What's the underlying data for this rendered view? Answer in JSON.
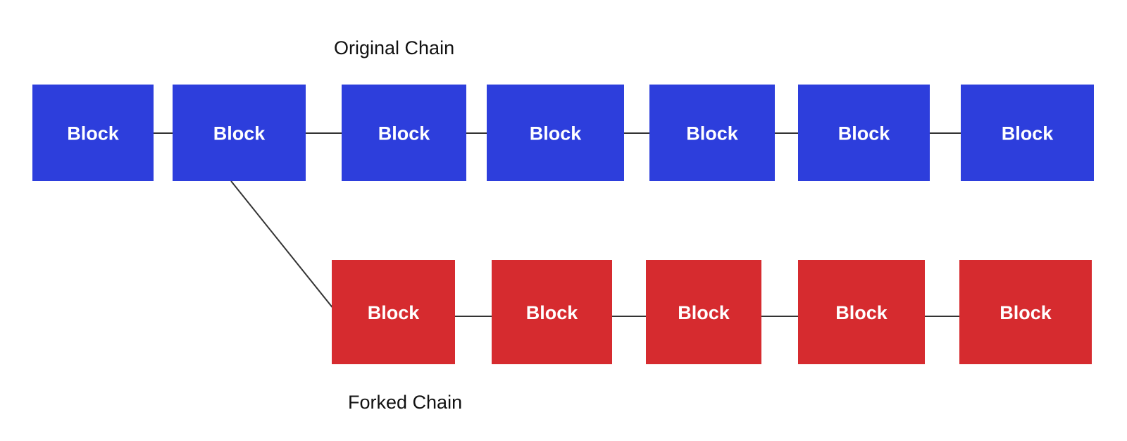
{
  "colors": {
    "original_block": "#2d3edc",
    "forked_block": "#d62b2f",
    "block_text": "#ffffff",
    "label_text": "#111111",
    "connector": "#333333"
  },
  "original_chain": {
    "label": "Original Chain",
    "blocks": [
      "Block",
      "Block",
      "Block",
      "Block",
      "Block",
      "Block",
      "Block"
    ]
  },
  "forked_chain": {
    "label": "Forked Chain",
    "blocks": [
      "Block",
      "Block",
      "Block",
      "Block",
      "Block"
    ],
    "forks_from_block_index": 1
  }
}
